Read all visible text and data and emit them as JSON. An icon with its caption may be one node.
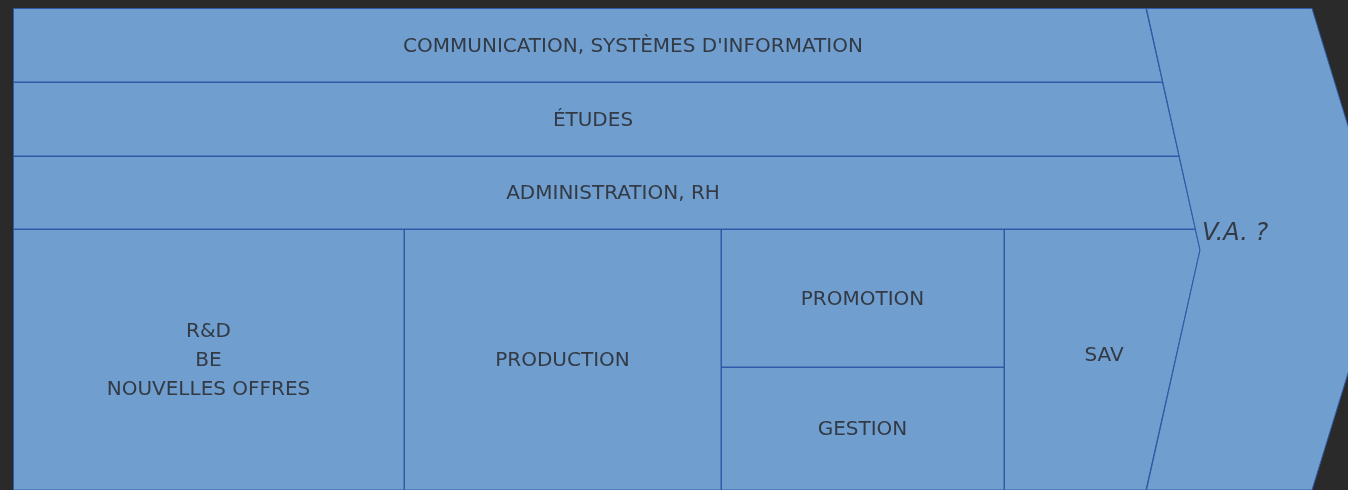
{
  "diagram": {
    "nodes": [
      {
        "text": [
          "COMMUNICATION, SYSTÈMES D'INFORMATION"
        ]
      },
      {
        "text": [
          "ÉTUDES"
        ]
      },
      {
        "text": [
          "ADMINISTRATION, RH"
        ]
      },
      {
        "text": [
          "R&D",
          "BE",
          "NOUVELLES OFFRES"
        ]
      },
      {
        "text": [
          "PRODUCTION"
        ]
      },
      {
        "text": [
          "PROMOTION"
        ]
      },
      {
        "text": [
          "GESTION"
        ]
      },
      {
        "text": [
          "SAV"
        ]
      },
      {
        "text": [
          "V.A. ?"
        ]
      }
    ]
  }
}
